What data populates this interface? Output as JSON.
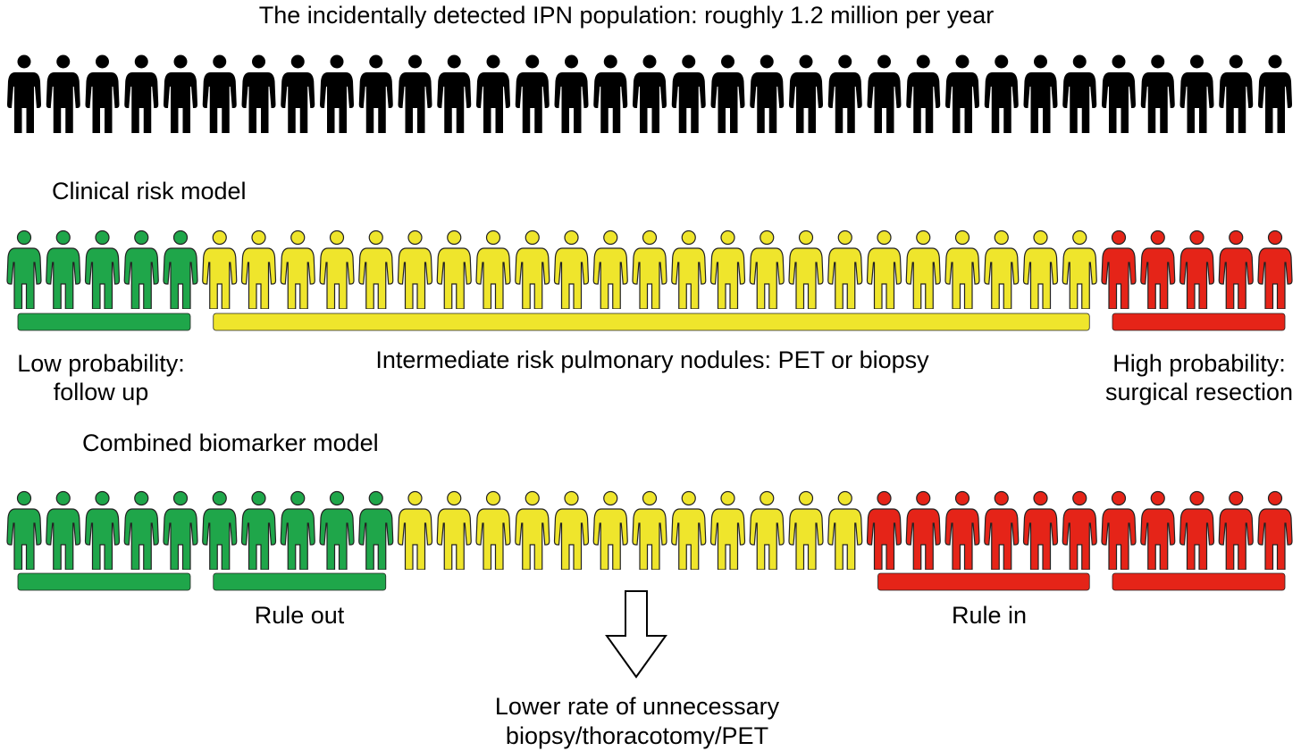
{
  "title": "The incidentally detected IPN population: roughly 1.2 million per year",
  "colors": {
    "black": "#000000",
    "green": "#1fa64a",
    "yellow": "#efe52c",
    "red": "#e52418",
    "outline": "#222222"
  },
  "rows": {
    "population": {
      "people": 33,
      "groups": [
        {
          "color": "black",
          "count": 33
        }
      ]
    },
    "clinical": {
      "heading": "Clinical risk model",
      "groups": [
        {
          "color": "green",
          "count": 5
        },
        {
          "color": "yellow",
          "count": 23
        },
        {
          "color": "red",
          "count": 5
        }
      ],
      "bars": [
        {
          "color": "green",
          "from": 0,
          "to": 4
        },
        {
          "color": "yellow",
          "from": 5,
          "to": 27
        },
        {
          "color": "red",
          "from": 28,
          "to": 32
        }
      ],
      "low_line1": "Low probability:",
      "low_line2": "follow up",
      "intermediate": "Intermediate risk pulmonary nodules: PET or biopsy",
      "high_line1": "High probability:",
      "high_line2": "surgical resection"
    },
    "combined": {
      "heading": "Combined biomarker model",
      "groups": [
        {
          "color": "green",
          "count": 10
        },
        {
          "color": "yellow",
          "count": 12
        },
        {
          "color": "red",
          "count": 11
        }
      ],
      "bars": [
        {
          "color": "green",
          "from": 0,
          "to": 4
        },
        {
          "color": "green",
          "from": 5,
          "to": 9
        },
        {
          "color": "red",
          "from": 22,
          "to": 27
        },
        {
          "color": "red",
          "from": 28,
          "to": 32
        }
      ],
      "rule_out": "Rule out",
      "rule_in": "Rule in"
    }
  },
  "outcome_line1": "Lower rate of unnecessary",
  "outcome_line2": "biopsy/thoracotomy/PET"
}
